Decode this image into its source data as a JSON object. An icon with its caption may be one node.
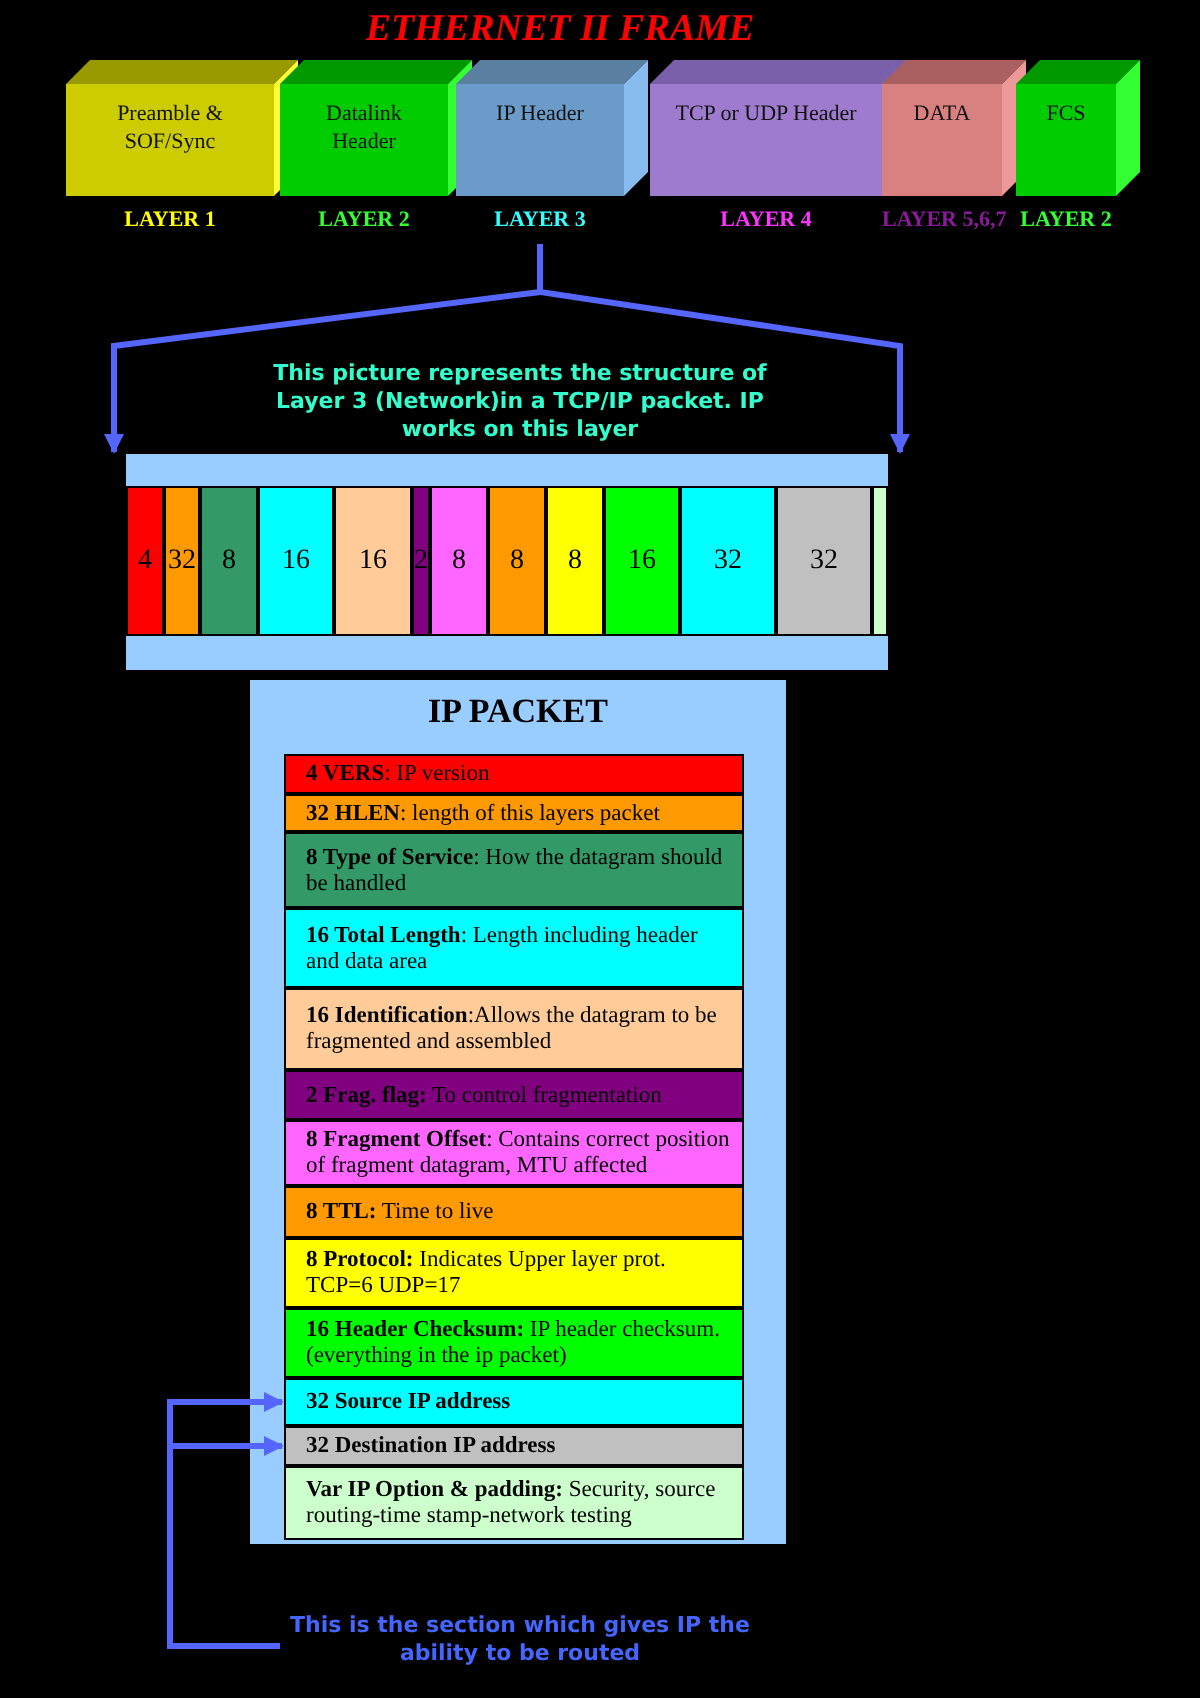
{
  "diagram": {
    "title": "ETHERNET II FRAME",
    "nodes": [
      {
        "text": [
          "Preamble & SOF/Sync"
        ],
        "beside": [
          "LAYER 1"
        ]
      },
      {
        "text": [
          "Datalink Header"
        ],
        "beside": [
          "LAYER 2"
        ]
      },
      {
        "text": [
          "IP Header"
        ],
        "beside": [
          "LAYER 3"
        ]
      },
      {
        "text": [
          "TCP or UDP Header"
        ],
        "beside": [
          "LAYER 4"
        ]
      },
      {
        "text": [
          "DATA"
        ],
        "beside": [
          "LAYER 5,6,7"
        ]
      },
      {
        "text": [
          "FCS"
        ],
        "beside": [
          "LAYER 2"
        ]
      },
      {
        "text": [],
        "shape": "bar"
      },
      {
        "text": [
          "4"
        ],
        "in": 6
      },
      {
        "text": [
          "32"
        ],
        "in": 6
      },
      {
        "text": [
          "8"
        ],
        "in": 6
      },
      {
        "text": [
          "16"
        ],
        "in": 6
      },
      {
        "text": [
          "16"
        ],
        "in": 6
      },
      {
        "text": [
          "2"
        ],
        "in": 6
      },
      {
        "text": [
          "8"
        ],
        "in": 6
      },
      {
        "text": [
          "8"
        ],
        "in": 6
      },
      {
        "text": [
          "8"
        ],
        "in": 6
      },
      {
        "text": [
          "16"
        ],
        "in": 6
      },
      {
        "text": [
          "32"
        ],
        "in": 6
      },
      {
        "text": [
          "32"
        ],
        "in": 6
      },
      {
        "text": [],
        "shape": "box",
        "in": 6
      },
      {
        "text": [
          "IP PACKET"
        ]
      },
      {
        "text": [
          "**4 VERS**: IP version"
        ],
        "in": 20
      },
      {
        "text": [
          "**32 HLEN**: length of this layers packet"
        ],
        "in": 20
      },
      {
        "text": [
          "**8 Type of Service**: How the datagram should be handled"
        ],
        "in": 20
      },
      {
        "text": [
          "**16 Total Length**: Length including header and data area"
        ],
        "in": 20
      },
      {
        "text": [
          "**16 Identification**:Allows the datagram to be fragmented and assembled"
        ],
        "in": 20
      },
      {
        "text": [
          "**2 Frag. flag:** To control fragmentation"
        ],
        "in": 20
      },
      {
        "text": [
          "**8 Fragment Offset**: Contains correct position of fragment datagram, MTU affected"
        ],
        "in": 20
      },
      {
        "text": [
          "**8 TTL:** Time to live"
        ],
        "in": 20
      },
      {
        "text": [
          "**8 Protocol:** Indicates Upper layer prot. TCP=6 UDP=17"
        ],
        "in": 20
      },
      {
        "text": [
          "**16 Header Checksum:** IP header checksum.(everything in the ip packet)"
        ],
        "in": 20
      },
      {
        "text": [
          "**32 Source IP address**"
        ],
        "in": 20
      },
      {
        "text": [
          "**32 Destination IP address**"
        ],
        "in": 20
      },
      {
        "text": [
          "**Var IP Option & padding:** Security, source routing-time stamp-network testing"
        ],
        "in": 20
      },
      {
        "text": [
          "This is the section which gives IP the ability to be routed"
        ]
      }
    ],
    "edges": [
      {
        "from": 2,
        "to": 6,
        "arrow": "to"
      },
      {
        "from": 2,
        "to": 6,
        "arrow": "to"
      },
      {
        "from": 34,
        "to": 31,
        "arrow": "to"
      },
      {
        "from": 34,
        "to": 32,
        "arrow": "to"
      }
    ],
    "labels": [
      "This picture represents the structure of Layer 3 (Network)in a TCP/IP packet. IP works on this layer"
    ]
  }
}
